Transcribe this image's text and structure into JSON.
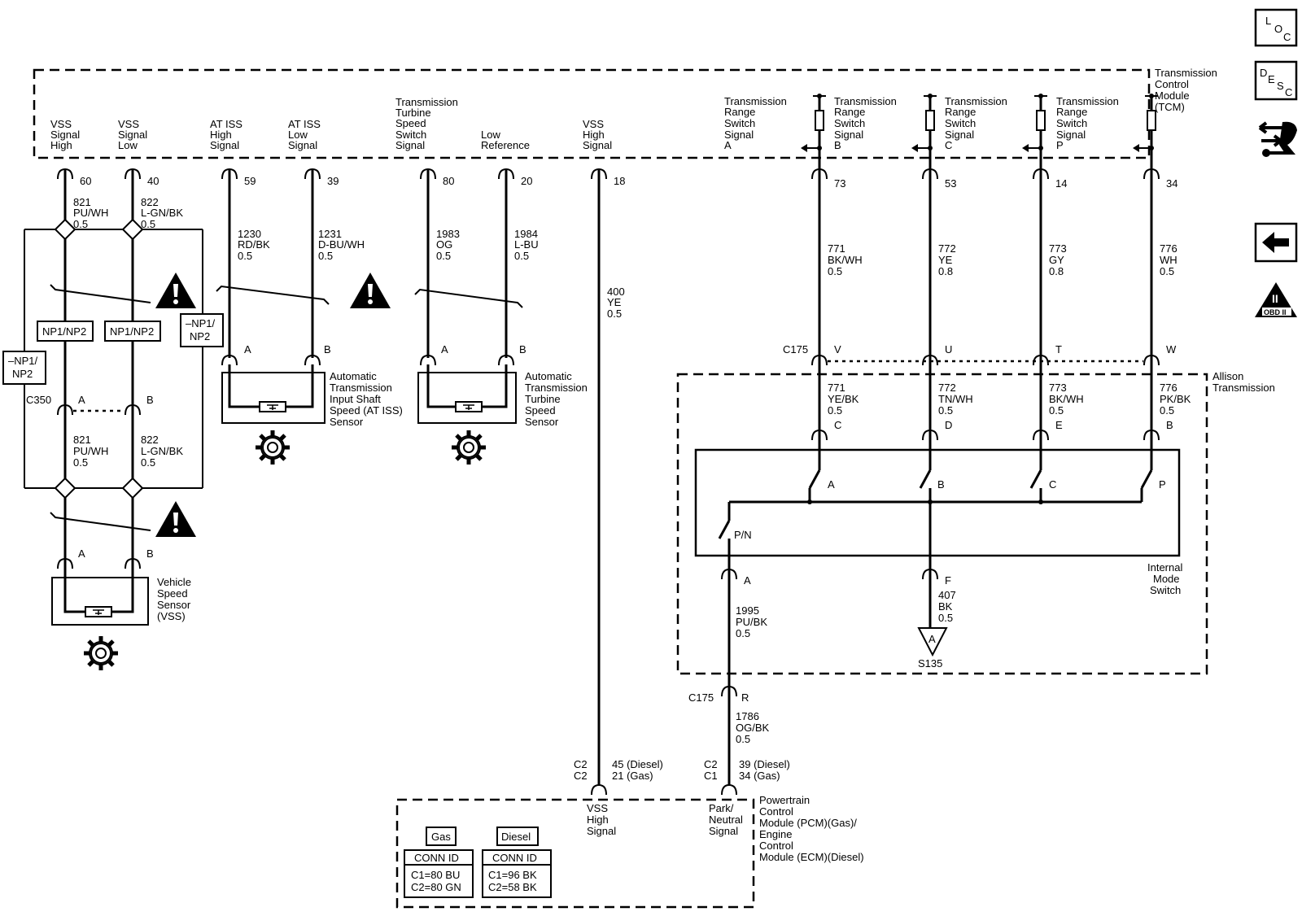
{
  "tcm": {
    "label": [
      "Transmission",
      "Control",
      "Module",
      "(TCM)"
    ],
    "signals": [
      [
        "VSS",
        "Signal",
        "High"
      ],
      [
        "VSS",
        "Signal",
        "Low"
      ],
      [
        "AT ISS",
        "High",
        "Signal"
      ],
      [
        "AT ISS",
        "Low",
        "Signal"
      ],
      [
        "Transmission",
        "Turbine",
        "Speed",
        "Switch",
        "Signal"
      ],
      [
        "Low",
        "Reference"
      ],
      [
        "VSS",
        "High",
        "Signal"
      ],
      [
        "Transmission",
        "Range",
        "Switch",
        "Signal",
        "A"
      ],
      [
        "Transmission",
        "Range",
        "Switch",
        "Signal",
        "B"
      ],
      [
        "Transmission",
        "Range",
        "Switch",
        "Signal",
        "C"
      ],
      [
        "Transmission",
        "Range",
        "Switch",
        "Signal",
        "P"
      ]
    ],
    "pins": [
      "60",
      "40",
      "59",
      "39",
      "80",
      "20",
      "18",
      "73",
      "53",
      "14",
      "34"
    ]
  },
  "wires": {
    "vss_high": [
      "821",
      "PU/WH",
      "0.5"
    ],
    "vss_low": [
      "822",
      "L-GN/BK",
      "0.5"
    ],
    "atiss_high": [
      "1230",
      "RD/BK",
      "0.5"
    ],
    "atiss_low": [
      "1231",
      "D-BU/WH",
      "0.5"
    ],
    "turb_a": [
      "1983",
      "OG",
      "0.5"
    ],
    "turb_b": [
      "1984",
      "L-BU",
      "0.5"
    ],
    "vss_high_signal": [
      "400",
      "YE",
      "0.5"
    ],
    "range_upper": [
      [
        "771",
        "BK/WH",
        "0.5"
      ],
      [
        "772",
        "YE",
        "0.8"
      ],
      [
        "773",
        "GY",
        "0.8"
      ],
      [
        "776",
        "WH",
        "0.5"
      ]
    ],
    "range_lower": [
      [
        "771",
        "YE/BK",
        "0.5"
      ],
      [
        "772",
        "TN/WH",
        "0.5"
      ],
      [
        "773",
        "BK/WH",
        "0.5"
      ],
      [
        "776",
        "PK/BK",
        "0.5"
      ]
    ],
    "park_neutral": [
      "1995",
      "PU/BK",
      "0.5"
    ],
    "ground": [
      "407",
      "BK",
      "0.5"
    ],
    "pcm_pn": [
      "1786",
      "OG/BK",
      "0.5"
    ],
    "vss_high_lower": [
      "821",
      "PU/WH",
      "0.5"
    ],
    "vss_low_lower": [
      "822",
      "L-GN/BK",
      "0.5"
    ]
  },
  "options": {
    "np_left": [
      "NP1/NP2"
    ],
    "np_mid": [
      "NP1/NP2"
    ],
    "np_right": [
      "–NP1/",
      "NP2"
    ],
    "np_far_left": [
      "–NP1/",
      "NP2"
    ]
  },
  "connectors": {
    "c350": "C350",
    "c175": "C175",
    "c175_pins": [
      "V",
      "U",
      "T",
      "W"
    ],
    "c175_r": "R",
    "vss_pins": [
      "A",
      "B"
    ],
    "atiss_pins": [
      "A",
      "B"
    ],
    "turb_pins": [
      "A",
      "B"
    ],
    "ims_pins": [
      "C",
      "D",
      "E",
      "B"
    ],
    "ims_bottom": [
      "A",
      "F"
    ],
    "switch_labels": [
      "A",
      "B",
      "C",
      "P",
      "P/N"
    ],
    "pcm_left": [
      "C2",
      "C2"
    ],
    "pcm_left_pins": [
      "45 (Diesel)",
      "21 (Gas)"
    ],
    "pcm_right": [
      "C2",
      "C1"
    ],
    "pcm_right_pins": [
      "39 (Diesel)",
      "34 (Gas)"
    ]
  },
  "components": {
    "atiss": [
      "Automatic",
      "Transmission",
      "Input Shaft",
      "Speed (AT ISS)",
      "Sensor"
    ],
    "turbine": [
      "Automatic",
      "Transmission",
      "Turbine",
      "Speed",
      "Sensor"
    ],
    "vss": [
      "Vehicle",
      "Speed",
      "Sensor",
      "(VSS)"
    ],
    "allison": [
      "Allison",
      "Transmission"
    ],
    "ims": [
      "Internal",
      "Mode",
      "Switch"
    ],
    "splice": "S135",
    "splice_letter": "A",
    "pcm": [
      "Powertrain",
      "Control",
      "Module (PCM)(Gas)/",
      "Engine",
      "Control",
      "Module (ECM)(Diesel)"
    ],
    "pcm_signals_left": [
      "VSS",
      "High",
      "Signal"
    ],
    "pcm_signals_right": [
      "Park/",
      "Neutral",
      "Signal"
    ]
  },
  "conn_id": {
    "gas_title": "Gas",
    "diesel_title": "Diesel",
    "header": "CONN ID",
    "gas": [
      "C1=80 BU",
      "C2=80 GN"
    ],
    "diesel": [
      "C1=96 BK",
      "C2=58 BK"
    ]
  },
  "side_icons": {
    "loc": [
      "L",
      "O",
      "C"
    ],
    "desc": [
      "D",
      "E",
      "S",
      "C"
    ],
    "obd": [
      "II",
      "OBD II"
    ],
    "icons": [
      "loc-icon",
      "desc-icon",
      "schematic-icon",
      "back-arrow-icon",
      "obd2-icon",
      "warning-icon",
      "gear-icon"
    ]
  }
}
